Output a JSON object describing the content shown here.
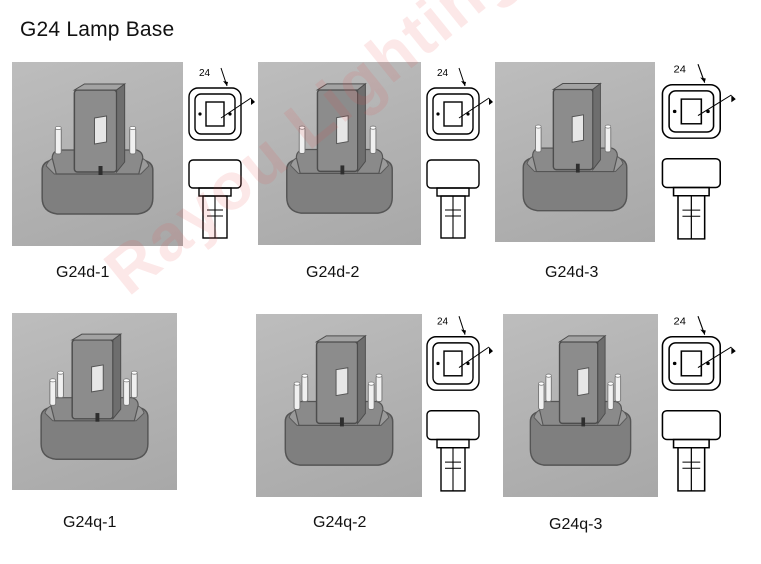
{
  "title": "G24 Lamp Base",
  "watermark": "Rayou Lighting",
  "colors": {
    "background": "#ffffff",
    "photo_background": "#b5b5b5",
    "watermark": "#e65050"
  },
  "items": [
    {
      "caption": "G24d-1",
      "pins": 2,
      "diagram_label": "24"
    },
    {
      "caption": "G24d-2",
      "pins": 2,
      "diagram_label": "24"
    },
    {
      "caption": "G24d-3",
      "pins": 2,
      "diagram_label": "24"
    },
    {
      "caption": "G24q-1",
      "pins": 4,
      "diagram_label": ""
    },
    {
      "caption": "G24q-2",
      "pins": 4,
      "diagram_label": "24"
    },
    {
      "caption": "G24q-3",
      "pins": 4,
      "diagram_label": "24"
    }
  ]
}
